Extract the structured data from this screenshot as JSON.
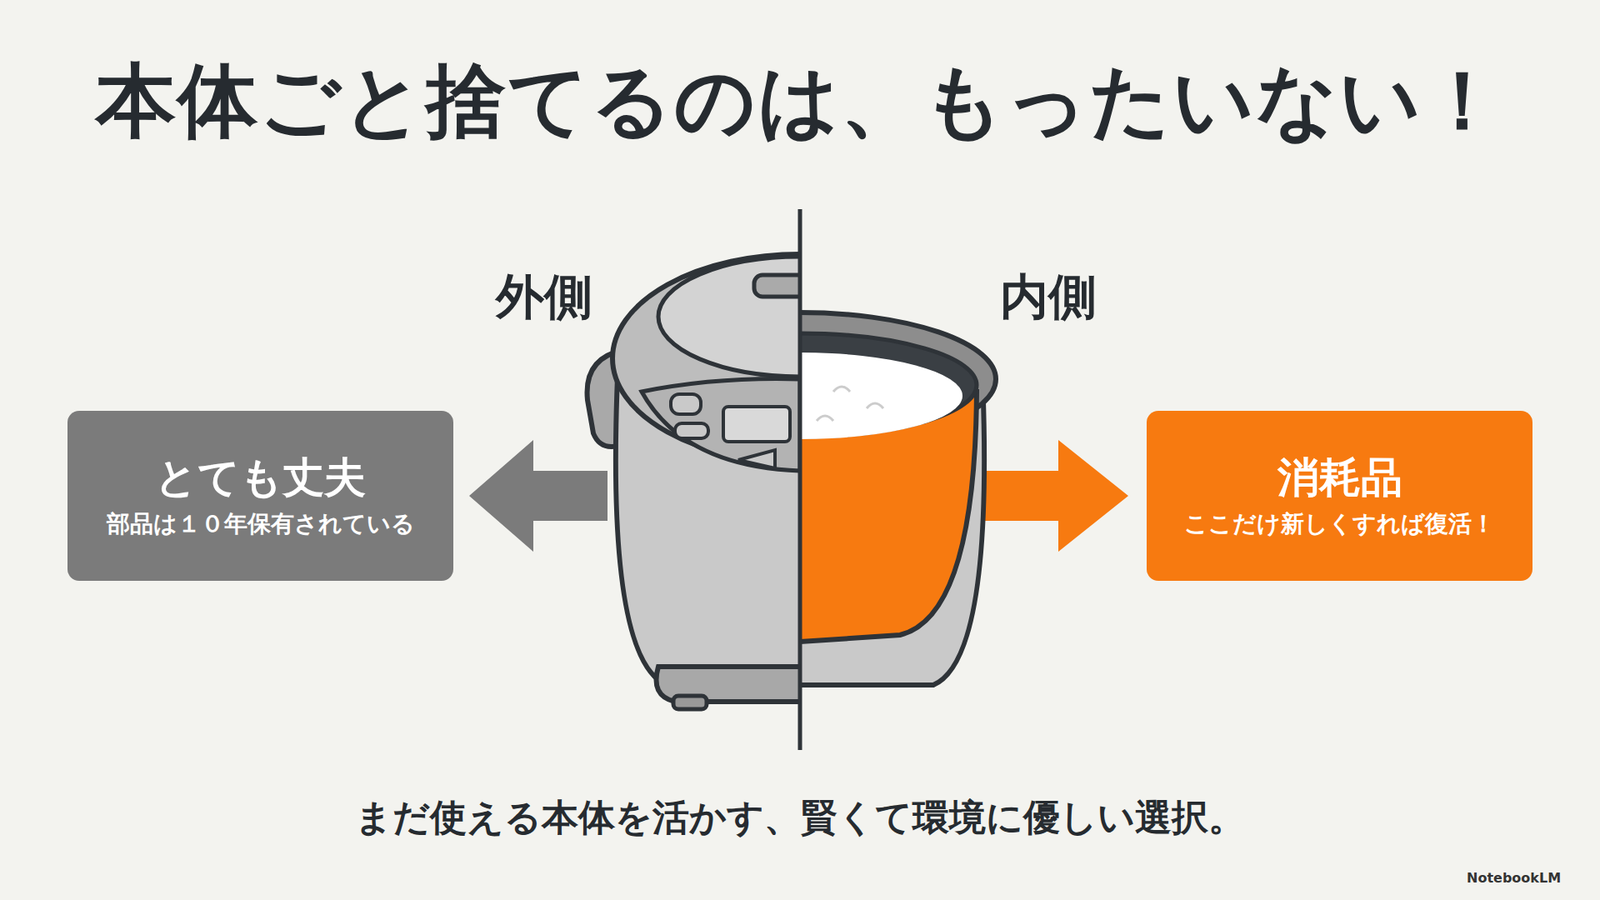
{
  "diagram": {
    "title": "本体ごと捨てるのは、もったいない！",
    "caption": "まだ使える本体を活かす、賢くて環境に優しい選択。",
    "nodes": [
      {
        "text": [
          "とても丈夫",
          "部品は１０年保有されている"
        ]
      },
      {
        "text": [
          "消耗品",
          "ここだけ新しくすれば復活！"
        ]
      }
    ],
    "labels": [
      "外側",
      "内側",
      "NotebookLM"
    ]
  }
}
